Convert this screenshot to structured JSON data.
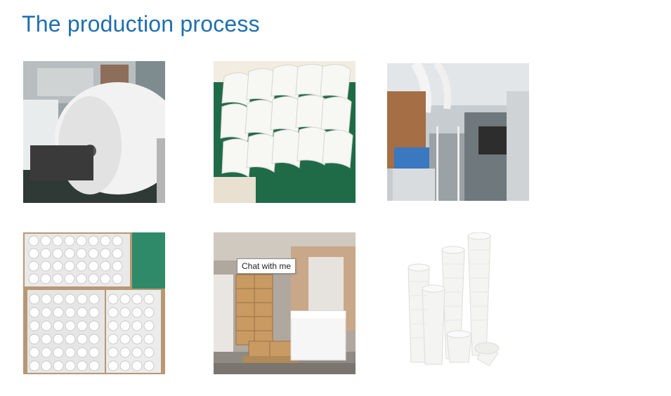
{
  "page": {
    "title": "The production process"
  },
  "gallery": {
    "images": [
      {
        "subject": "paper-roll-image"
      },
      {
        "subject": "cup-fan-blanks-image"
      },
      {
        "subject": "cup-forming-machine-image"
      },
      {
        "subject": "boxed-cups-image"
      },
      {
        "subject": "warehouse-cartons-image"
      },
      {
        "subject": "stacked-paper-cups-image"
      }
    ]
  },
  "tooltip": {
    "text": "Chat with me"
  },
  "colors": {
    "title": "#1f6fb0",
    "background": "#ffffff"
  }
}
